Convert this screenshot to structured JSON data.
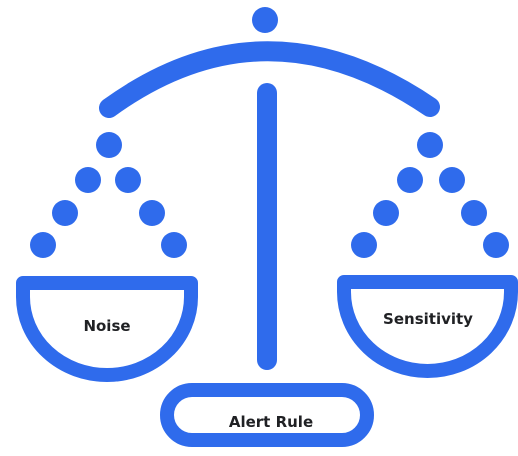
{
  "colors": {
    "accent": "#2f6bec",
    "label": "#202124",
    "background": "#ffffff"
  },
  "labels": {
    "left_pan": "Noise",
    "right_pan": "Sensitivity",
    "base": "Alert Rule"
  }
}
